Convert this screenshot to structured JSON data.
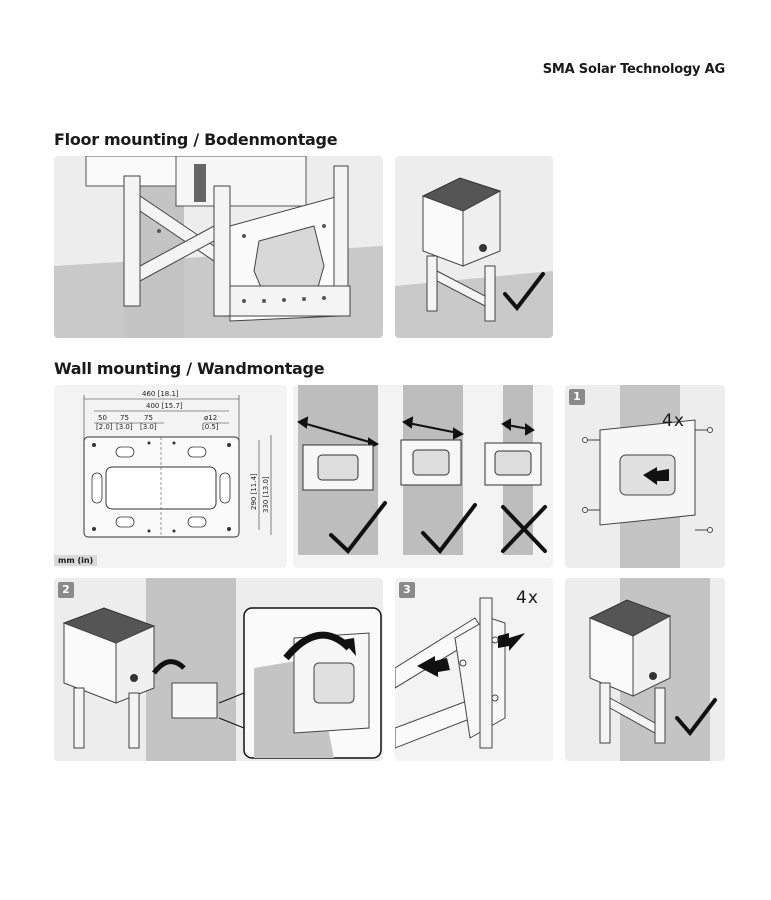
{
  "header": {
    "company": "SMA Solar Technology AG"
  },
  "sections": {
    "floor": {
      "title": "Floor mounting / Bodenmontage"
    },
    "wall": {
      "title": "Wall mounting / Wandmontage"
    }
  },
  "drawing": {
    "dims": {
      "total_width": "460 [18.1]",
      "hole_width": "400 [15.7]",
      "d50": "50",
      "d50in": "[2.0]",
      "d75a": "75",
      "d75ain": "[3.0]",
      "d75b": "75",
      "d75bin": "[3.0]",
      "d12": "ø12",
      "d12in": "[0.5]",
      "h290": "290 [11.4]",
      "h330": "330 [13.0]"
    },
    "unit": "mm (in)"
  },
  "steps": {
    "s1": {
      "number": "1",
      "qty": "4x"
    },
    "s2": {
      "number": "2"
    },
    "s3": {
      "number": "3",
      "qty": "4x"
    }
  }
}
